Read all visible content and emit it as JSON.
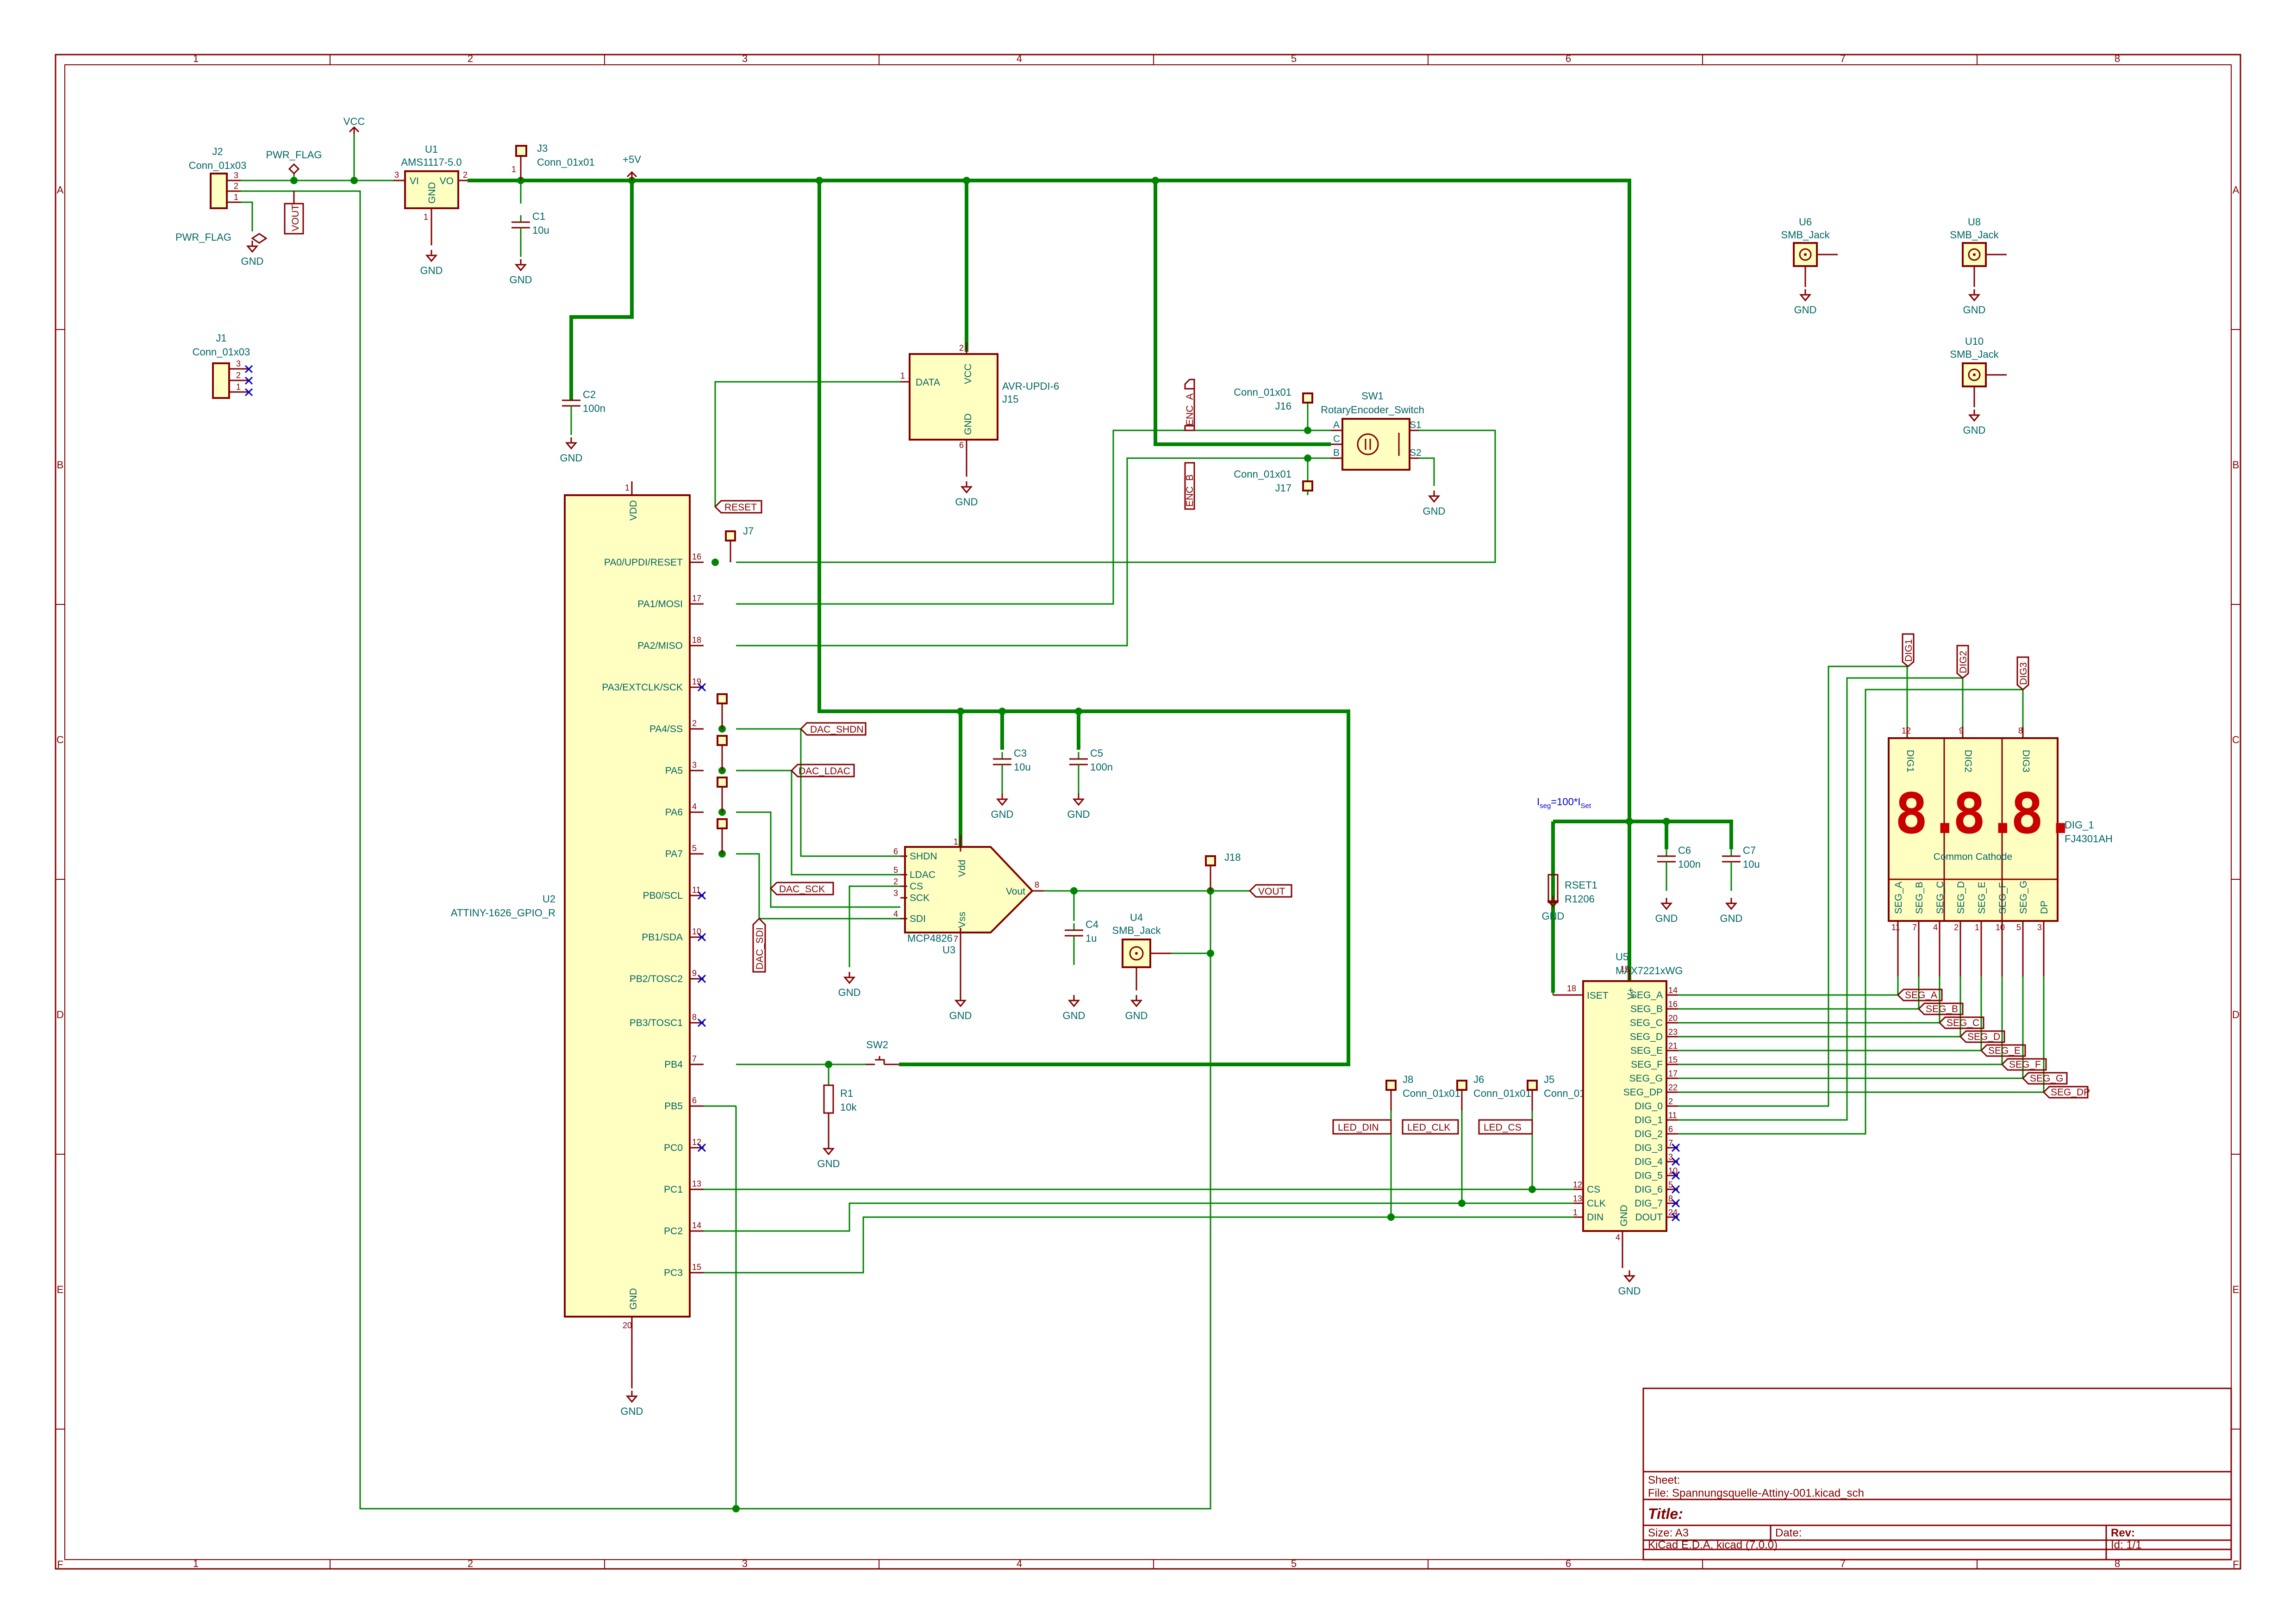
{
  "sheet": {
    "zones_columns": [
      "1",
      "2",
      "3",
      "4",
      "5",
      "6",
      "7",
      "8"
    ],
    "zones_rows": [
      "A",
      "B",
      "C",
      "D",
      "E",
      "F"
    ],
    "title_block": {
      "sheet_label": "Sheet:",
      "file_label": "File: Spannungsquelle-Attiny-001.kicad_sch",
      "title_label": "Title:",
      "size_label": "Size: A3",
      "date_label": "Date:",
      "rev_label": "Rev:",
      "tool_label": "KiCad E.D.A.  kicad (7.0.0)",
      "id_label": "Id: 1/1"
    }
  },
  "components": {
    "J2": {
      "ref": "J2",
      "value": "Conn_01x03",
      "pins": [
        "3",
        "2",
        "1"
      ]
    },
    "J1": {
      "ref": "J1",
      "value": "Conn_01x03",
      "pins": [
        "3",
        "2",
        "1"
      ]
    },
    "J3": {
      "ref": "J3",
      "value": "Conn_01x01",
      "pin": "1"
    },
    "U1": {
      "ref": "U1",
      "value": "AMS1117-5.0",
      "vi": "VI",
      "vo": "VO",
      "gnd": "GND",
      "pin_vi": "3",
      "pin_vo": "2",
      "pin_gnd": "1"
    },
    "C1": {
      "ref": "C1",
      "value": "10u"
    },
    "C2": {
      "ref": "C2",
      "value": "100n"
    },
    "C3": {
      "ref": "C3",
      "value": "10u"
    },
    "C4": {
      "ref": "C4",
      "value": "1u"
    },
    "C5": {
      "ref": "C5",
      "value": "100n"
    },
    "C6": {
      "ref": "C6",
      "value": "100n"
    },
    "C7": {
      "ref": "C7",
      "value": "10u"
    },
    "R1": {
      "ref": "R1",
      "value": "10k"
    },
    "RSET1": {
      "ref": "RSET1",
      "value": "R1206"
    },
    "J15": {
      "ref": "J15",
      "value": "AVR-UPDI-6",
      "data": "DATA",
      "vcc": "VCC",
      "gnd": "GND",
      "pin_data": "1",
      "pin_vcc": "2",
      "pin_gnd": "6"
    },
    "SW1": {
      "ref": "SW1",
      "value": "RotaryEncoder_Switch",
      "a": "A",
      "c": "C",
      "b": "B",
      "s1": "S1",
      "s2": "S2"
    },
    "J16": {
      "ref": "J16",
      "value": "Conn_01x01"
    },
    "J17": {
      "ref": "J17",
      "value": "Conn_01x01"
    },
    "J7": {
      "ref": "J7"
    },
    "J18": {
      "ref": "J18"
    },
    "J8": {
      "ref": "J8",
      "value": "Conn_01x01"
    },
    "J6": {
      "ref": "J6",
      "value": "Conn_01x01"
    },
    "J5": {
      "ref": "J5",
      "value": "Conn_01x01"
    },
    "U4": {
      "ref": "U4",
      "value": "SMB_Jack"
    },
    "U6": {
      "ref": "U6",
      "value": "SMB_Jack"
    },
    "U8": {
      "ref": "U8",
      "value": "SMB_Jack"
    },
    "U10": {
      "ref": "U10",
      "value": "SMB_Jack"
    },
    "SW2": {
      "ref": "SW2"
    },
    "U2": {
      "ref": "U2",
      "value": "ATTINY-1626_GPIO_R",
      "vdd": "VDD",
      "gnd": "GND",
      "pin_vdd": "1",
      "pin_gnd": "20",
      "pins": [
        {
          "name": "PA0/UPDI/RESET",
          "num": "16"
        },
        {
          "name": "PA1/MOSI",
          "num": "17"
        },
        {
          "name": "PA2/MISO",
          "num": "18"
        },
        {
          "name": "PA3/EXTCLK/SCK",
          "num": "19"
        },
        {
          "name": "PA4/SS",
          "num": "2"
        },
        {
          "name": "PA5",
          "num": "3"
        },
        {
          "name": "PA6",
          "num": "4"
        },
        {
          "name": "PA7",
          "num": "5"
        },
        {
          "name": "PB0/SCL",
          "num": "11"
        },
        {
          "name": "PB1/SDA",
          "num": "10"
        },
        {
          "name": "PB2/TOSC2",
          "num": "9"
        },
        {
          "name": "PB3/TOSC1",
          "num": "8"
        },
        {
          "name": "PB4",
          "num": "7"
        },
        {
          "name": "PB5",
          "num": "6"
        },
        {
          "name": "PC0",
          "num": "12"
        },
        {
          "name": "PC1",
          "num": "13"
        },
        {
          "name": "PC2",
          "num": "14"
        },
        {
          "name": "PC3",
          "num": "15"
        }
      ]
    },
    "U3": {
      "ref": "U3",
      "value": "MCP4826",
      "vdd": "Vdd",
      "vss": "Vss",
      "vout": "Vout",
      "pins": [
        {
          "name": "SHDN",
          "num": "6"
        },
        {
          "name": "LDAC",
          "num": "5"
        },
        {
          "name": "CS",
          "num": "2"
        },
        {
          "name": "SCK",
          "num": "3"
        },
        {
          "name": "SDI",
          "num": "4"
        }
      ],
      "pin_vdd": "1",
      "pin_vss": "7",
      "pin_vout": "8"
    },
    "U5": {
      "ref": "U5",
      "value": "MAX7221xWG",
      "iset": "ISET",
      "vplus": "V+",
      "gnd": "GND",
      "pin_iset": "18",
      "pin_vplus": "19",
      "pin_gnd": "4",
      "left_pins": [
        {
          "name": "CS",
          "num": "12"
        },
        {
          "name": "CLK",
          "num": "13"
        },
        {
          "name": "DIN",
          "num": "1"
        }
      ],
      "right_pins": [
        {
          "name": "SEG_A",
          "num": "14"
        },
        {
          "name": "SEG_B",
          "num": "16"
        },
        {
          "name": "SEG_C",
          "num": "20"
        },
        {
          "name": "SEG_D",
          "num": "23"
        },
        {
          "name": "SEG_E",
          "num": "21"
        },
        {
          "name": "SEG_F",
          "num": "15"
        },
        {
          "name": "SEG_G",
          "num": "17"
        },
        {
          "name": "SEG_DP",
          "num": "22"
        },
        {
          "name": "DIG_0",
          "num": "2"
        },
        {
          "name": "DIG_1",
          "num": "11"
        },
        {
          "name": "DIG_2",
          "num": "6"
        },
        {
          "name": "DIG_3",
          "num": "7"
        },
        {
          "name": "DIG_4",
          "num": "3"
        },
        {
          "name": "DIG_5",
          "num": "10"
        },
        {
          "name": "DIG_6",
          "num": "5"
        },
        {
          "name": "DIG_7",
          "num": "8"
        },
        {
          "name": "DOUT",
          "num": "24"
        }
      ]
    },
    "DIG_1": {
      "ref": "DIG_1",
      "value": "FJ4301AH",
      "subtitle": "Common Cathode",
      "digits": [
        "DIG1",
        "DIG2",
        "DIG3"
      ],
      "digit_pins": [
        "12",
        "9",
        "8"
      ],
      "seg_pins": [
        {
          "name": "SEG_A",
          "num": "11"
        },
        {
          "name": "SEG_B",
          "num": "7"
        },
        {
          "name": "SEG_C",
          "num": "4"
        },
        {
          "name": "SEG_D",
          "num": "2"
        },
        {
          "name": "SEG_E",
          "num": "1"
        },
        {
          "name": "SEG_F",
          "num": "10"
        },
        {
          "name": "SEG_G",
          "num": "5"
        },
        {
          "name": "DP",
          "num": "3"
        }
      ],
      "display_glyph": "8."
    }
  },
  "power": {
    "vcc": "VCC",
    "plus5": "+5V",
    "gnd": "GND",
    "pwr_flag": "PWR_FLAG"
  },
  "nets": {
    "vout": "VOUT",
    "reset": "RESET",
    "dac_shdn": "DAC_SHDN",
    "dac_ldac": "DAC_LDAC",
    "dac_sck": "DAC_SCK",
    "dac_sdi": "DAC_SDI",
    "enc_a": "ENC_A",
    "enc_b": "ENC_B",
    "led_din": "LED_DIN",
    "led_clk": "LED_CLK",
    "led_cs": "LED_CS",
    "seg": [
      "SEG_A",
      "SEG_B",
      "SEG_C",
      "SEG_D",
      "SEG_E",
      "SEG_F",
      "SEG_G",
      "SEG_DP"
    ],
    "dig": [
      "DIG1",
      "DIG2",
      "DIG3"
    ]
  },
  "notes": {
    "iseg_label": "I",
    "iseg_sub": "seg",
    "iseg_eq": "=100*I",
    "iseg_sub2": "Set"
  }
}
